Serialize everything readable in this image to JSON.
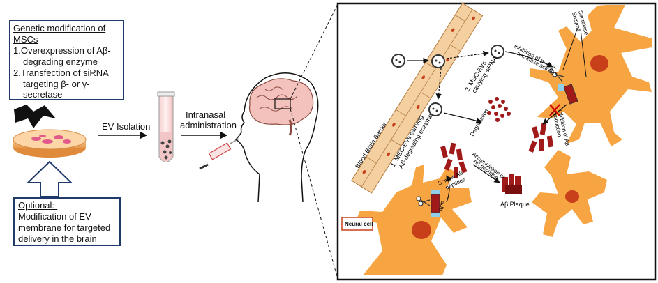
{
  "genetic_box": {
    "title": "Genetic modification of",
    "title2": "MSCs",
    "line1": "1.Overexpression of Aβ-",
    "line1b": "degrading enzyme",
    "line2": "2.Transfection of siRNA",
    "line2b": "targeting β- or γ-",
    "line2c": "secretase"
  },
  "optional_box": {
    "title": "Optional:-",
    "line1": "Modification of EV",
    "line2": "membrane for targeted",
    "line3": "delivery in the brain"
  },
  "ev_isolation": "EV  Isolation",
  "intranasal": {
    "line1": "Intranasal",
    "line2": "administration"
  },
  "zoom": {
    "bbb": "Blood Brain Barrier",
    "secretase": {
      "line1": "Secretase",
      "line2": "Enzyme"
    },
    "inhibition_secretase": {
      "line1": "Inhibition of β- or γ-",
      "line2": "secretase activity"
    },
    "msc_sirna": {
      "line1": "2. MSC-EVs",
      "line2": "carrying siRNA"
    },
    "msc_enzyme": {
      "line1": "1. MSC-EVs carrying",
      "line2": "Aβ-degrading enzyme"
    },
    "degradation": "Degradation",
    "inhibition_ab": {
      "line1": "Inhibition of Aβ",
      "line2": "production"
    },
    "soluble": {
      "line1": "Soluble Aβ",
      "line2": "peptides"
    },
    "accumulation": {
      "line1": "Accumulation of",
      "line2": "Aβ peptides"
    },
    "app": "APP",
    "plaque": "Aβ Plaque",
    "neural_cell": "Neural cell"
  },
  "colors": {
    "box_border": "#1f3a6b",
    "neuron": "#f7a443",
    "nucleus": "#c8401a",
    "peptide": "#a01a1a",
    "bbb": "#f4cfa0"
  }
}
